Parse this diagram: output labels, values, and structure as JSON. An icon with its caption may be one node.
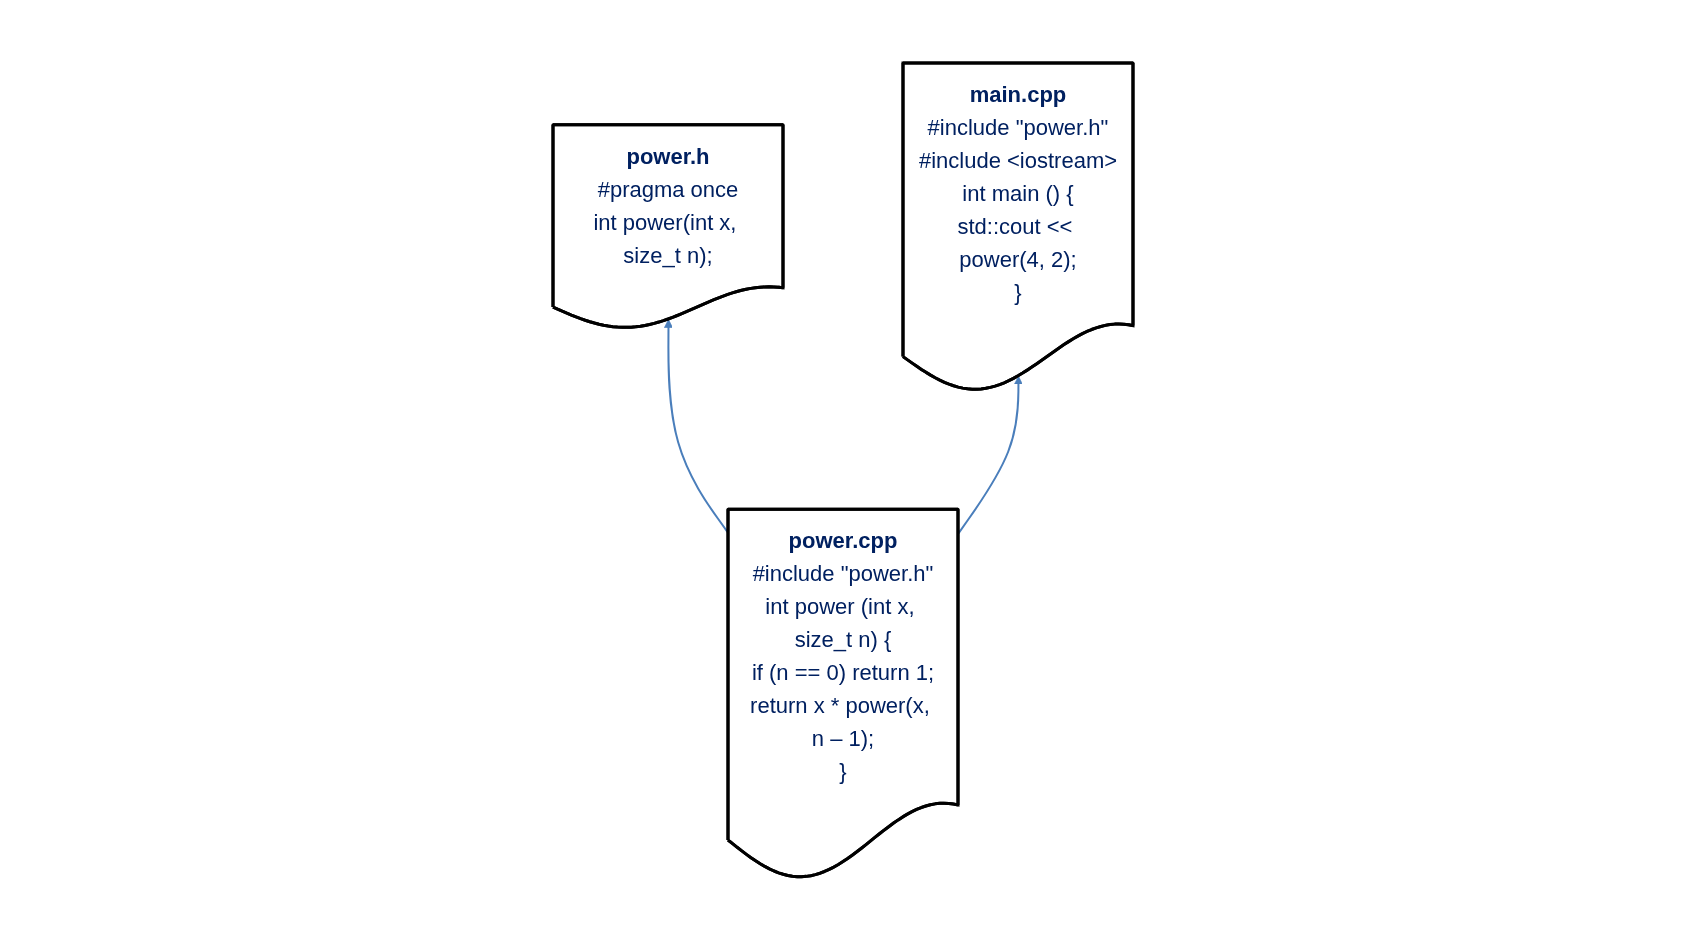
{
  "diagram": {
    "nodes": [
      {
        "text": [
          "power.h",
          "#pragma once",
          "int power(int x, size_t n);"
        ]
      },
      {
        "text": [
          "power.cpp",
          "#include \"power.h\"",
          "int power (int x, size_t n) {",
          "if (n == 0) return 1;",
          "return x * power(x, n – 1);",
          "}"
        ]
      },
      {
        "text": [
          "main.cpp",
          "#include \"power.h\"",
          "#include <iostream>",
          "int main () {",
          "std::cout << power(4, 2);",
          "}"
        ]
      }
    ],
    "edges": [
      {
        "from": 1,
        "to": 0,
        "arrow": "to"
      },
      {
        "from": 1,
        "to": 2,
        "arrow": "to"
      }
    ]
  }
}
